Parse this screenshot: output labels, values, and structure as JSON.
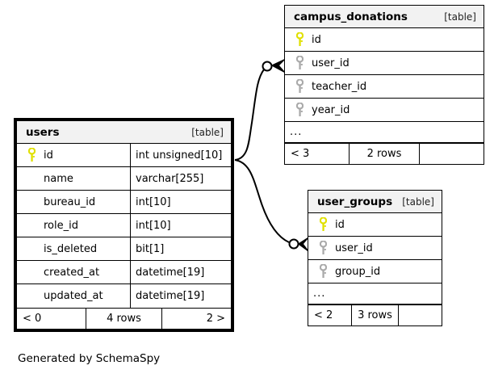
{
  "diagram": {
    "type": "entity-relationship-diagram",
    "generator_note": "Generated by SchemaSpy",
    "table_tag": "[table]",
    "ellipsis": "...",
    "colors": {
      "primary_key": "#e8e80d",
      "foreign_key": "#aaaaaa",
      "border": "#000000",
      "header_background": "#f2f2f2",
      "page_background": "#ffffff"
    }
  },
  "tables": {
    "users": {
      "name": "users",
      "tag": "[table]",
      "focal": true,
      "columns": [
        {
          "key": "primary",
          "name": "id",
          "type": "int unsigned[10]"
        },
        {
          "key": "none",
          "name": "name",
          "type": "varchar[255]"
        },
        {
          "key": "none",
          "name": "bureau_id",
          "type": "int[10]"
        },
        {
          "key": "none",
          "name": "role_id",
          "type": "int[10]"
        },
        {
          "key": "none",
          "name": "is_deleted",
          "type": "bit[1]"
        },
        {
          "key": "none",
          "name": "created_at",
          "type": "datetime[19]"
        },
        {
          "key": "none",
          "name": "updated_at",
          "type": "datetime[19]"
        }
      ],
      "footer": {
        "left": "< 0",
        "middle": "4 rows",
        "right": "2 >"
      }
    },
    "campus_donations": {
      "name": "campus_donations",
      "tag": "[table]",
      "focal": false,
      "columns": [
        {
          "key": "primary",
          "name": "id"
        },
        {
          "key": "foreign",
          "name": "user_id"
        },
        {
          "key": "foreign",
          "name": "teacher_id"
        },
        {
          "key": "foreign",
          "name": "year_id"
        }
      ],
      "has_more": true,
      "footer": {
        "left": "< 3",
        "middle": "2 rows",
        "right": ""
      }
    },
    "user_groups": {
      "name": "user_groups",
      "tag": "[table]",
      "focal": false,
      "columns": [
        {
          "key": "primary",
          "name": "id"
        },
        {
          "key": "foreign",
          "name": "user_id"
        },
        {
          "key": "foreign",
          "name": "group_id"
        }
      ],
      "has_more": true,
      "footer": {
        "left": "< 2",
        "middle": "3 rows",
        "right": ""
      }
    }
  },
  "relationships": [
    {
      "from_table": "users",
      "from_column": "id",
      "to_table": "campus_donations",
      "to_column": "user_id",
      "notation": "zero-or-many"
    },
    {
      "from_table": "users",
      "from_column": "id",
      "to_table": "user_groups",
      "to_column": "user_id",
      "notation": "zero-or-many"
    }
  ]
}
